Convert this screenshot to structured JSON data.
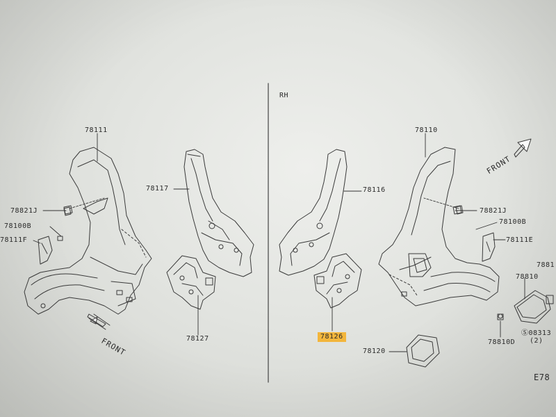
{
  "diagram": {
    "side_label": "RH",
    "parts": {
      "p78111": "78111",
      "p78110": "78110",
      "p78117": "78117",
      "p78116": "78116",
      "p78127": "78127",
      "p78126": "78126",
      "p78821j_left": "78821J",
      "p78821j_right": "78821J",
      "p78100b_left": "78100B",
      "p78100b_right": "78100B",
      "p78111f": "78111F",
      "p78111e": "78111E",
      "p78120": "78120",
      "p78810": "78810",
      "p78810d": "78810D",
      "p7881_partial": "7881",
      "p08313": "Ⓢ08313",
      "p08313_qty": "(2)",
      "code_partial": "E78"
    },
    "front_left": "FRONT",
    "front_right": "FRONT",
    "highlight_color": "#f3b63c"
  }
}
